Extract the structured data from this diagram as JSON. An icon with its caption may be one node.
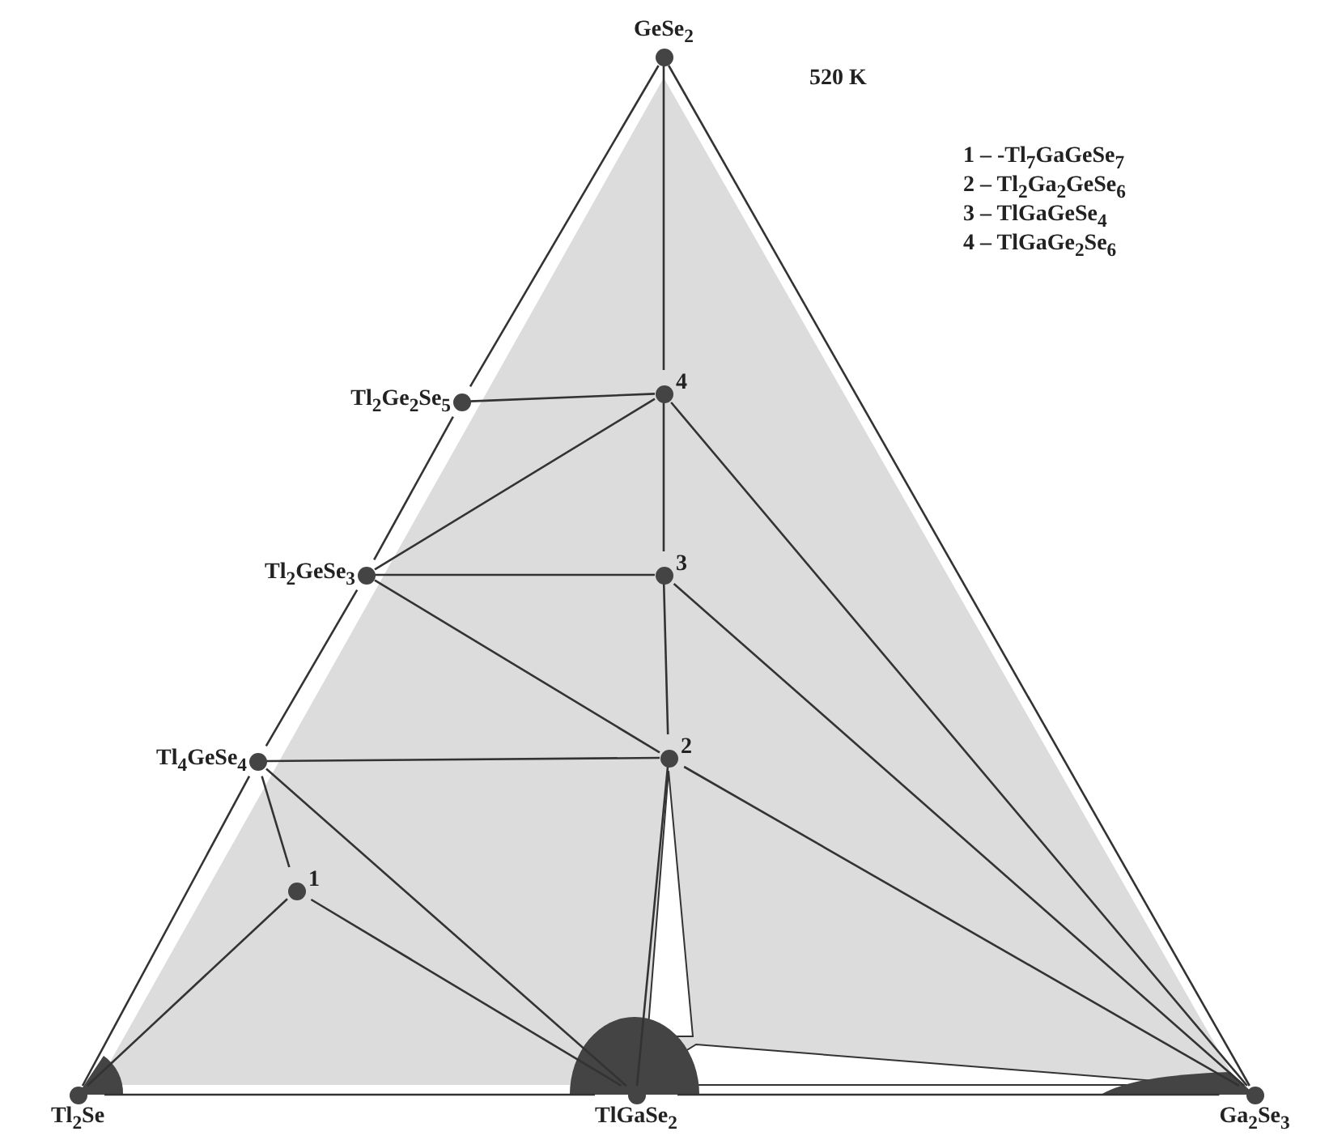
{
  "diagram": {
    "nodes": [
      {
        "text": [
          "GeSe$_{2}$"
        ]
      },
      {
        "text": [
          "Tl$_{2}$Ge$_{2}$Se$_{5}$"
        ]
      },
      {
        "text": [
          "4"
        ]
      },
      {
        "text": [
          "Tl$_{2}$GeSe$_{3}$"
        ]
      },
      {
        "text": [
          "3"
        ]
      },
      {
        "text": [
          "Tl$_{4}$GeSe$_{4}$"
        ]
      },
      {
        "text": [
          "2"
        ]
      },
      {
        "text": [
          "1"
        ]
      },
      {
        "text": [
          "Tl$_{2}$Se"
        ]
      },
      {
        "text": [
          "TlGaSe$_{2}$"
        ]
      },
      {
        "text": [
          "Ga$_{2}$Se$_{3}$"
        ]
      }
    ],
    "edges": [
      {
        "from": 0,
        "to": 1,
        "arrow": "none"
      },
      {
        "from": 1,
        "to": 3,
        "arrow": "none"
      },
      {
        "from": 3,
        "to": 5,
        "arrow": "none"
      },
      {
        "from": 5,
        "to": 8,
        "arrow": "none"
      },
      {
        "from": 8,
        "to": 9,
        "arrow": "none"
      },
      {
        "from": 9,
        "to": 10,
        "arrow": "none"
      },
      {
        "from": 10,
        "to": 0,
        "arrow": "none"
      },
      {
        "from": 0,
        "to": 2,
        "arrow": "none"
      },
      {
        "from": 1,
        "to": 2,
        "arrow": "none"
      },
      {
        "from": 3,
        "to": 2,
        "arrow": "none"
      },
      {
        "from": 2,
        "to": 4,
        "arrow": "none"
      },
      {
        "from": 3,
        "to": 4,
        "arrow": "none"
      },
      {
        "from": 4,
        "to": 6,
        "arrow": "none"
      },
      {
        "from": 3,
        "to": 6,
        "arrow": "none"
      },
      {
        "from": 5,
        "to": 6,
        "arrow": "none"
      },
      {
        "from": 6,
        "to": 9,
        "arrow": "none"
      },
      {
        "from": 5,
        "to": 7,
        "arrow": "none"
      },
      {
        "from": 5,
        "to": 9,
        "arrow": "none"
      },
      {
        "from": 7,
        "to": 8,
        "arrow": "none"
      },
      {
        "from": 7,
        "to": 9,
        "arrow": "none"
      },
      {
        "from": 2,
        "to": 10,
        "arrow": "none"
      },
      {
        "from": 4,
        "to": 10,
        "arrow": "none"
      },
      {
        "from": 6,
        "to": 10,
        "arrow": "none"
      }
    ],
    "labels": [
      "520 K",
      "1 – -Tl$_{7}$GaGeSe$_{7}$",
      "2 – Tl$_{2}$Ga$_{2}$GeSe$_{6}$",
      "3 – TlGaGeSe$_{4}$",
      "4 – TlGaGe$_{2}$Se$_{6}$"
    ]
  }
}
